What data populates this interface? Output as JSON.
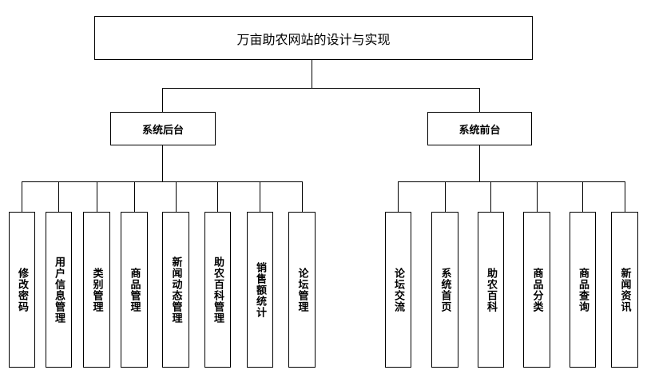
{
  "diagram": {
    "root": "万亩助农网站的设计与实现",
    "backend": {
      "title": "系统后台",
      "modules": [
        "修改密码",
        "用户信息管理",
        "类别管理",
        "商品管理",
        "新闻动态管理",
        "助农百科管理",
        "销售额统计",
        "论坛管理"
      ]
    },
    "frontend": {
      "title": "系统前台",
      "modules": [
        "论坛交流",
        "系统首页",
        "助农百科",
        "商品分类",
        "商品查询",
        "新闻资讯"
      ]
    }
  }
}
